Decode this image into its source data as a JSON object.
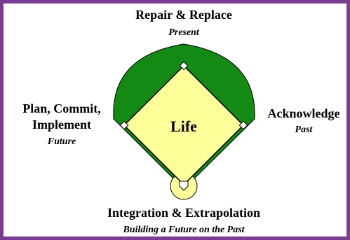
{
  "colors": {
    "frame": "#7b3c96",
    "outfield": "#138a13",
    "infield": "#ffff99",
    "outline": "#000000",
    "base": "#ffffff"
  },
  "center": {
    "label": "Life"
  },
  "top": {
    "title": "Repair & Replace",
    "subtitle": "Present"
  },
  "left": {
    "title_line1": "Plan, Commit,",
    "title_line2": "Implement",
    "subtitle": "Future"
  },
  "right": {
    "title": "Acknowledge",
    "subtitle": "Past"
  },
  "bottom": {
    "title": "Integration & Extrapolation",
    "subtitle": "Building a Future on the Past"
  }
}
